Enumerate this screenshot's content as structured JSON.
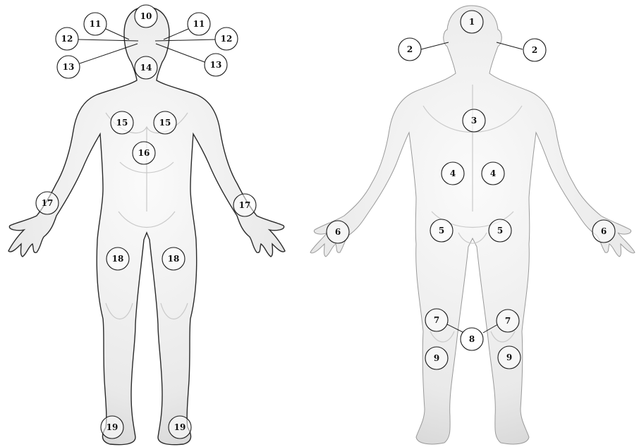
{
  "front": {
    "points": [
      {
        "label": "10"
      },
      {
        "label": "11"
      },
      {
        "label": "11"
      },
      {
        "label": "12"
      },
      {
        "label": "12"
      },
      {
        "label": "13"
      },
      {
        "label": "13"
      },
      {
        "label": "14"
      },
      {
        "label": "15"
      },
      {
        "label": "15"
      },
      {
        "label": "16"
      },
      {
        "label": "17"
      },
      {
        "label": "17"
      },
      {
        "label": "18"
      },
      {
        "label": "18"
      },
      {
        "label": "19"
      },
      {
        "label": "19"
      }
    ]
  },
  "back": {
    "points": [
      {
        "label": "1"
      },
      {
        "label": "2"
      },
      {
        "label": "2"
      },
      {
        "label": "3"
      },
      {
        "label": "4"
      },
      {
        "label": "4"
      },
      {
        "label": "5"
      },
      {
        "label": "5"
      },
      {
        "label": "6"
      },
      {
        "label": "6"
      },
      {
        "label": "7"
      },
      {
        "label": "7"
      },
      {
        "label": "8"
      },
      {
        "label": "9"
      },
      {
        "label": "9"
      }
    ]
  },
  "colors": {
    "outline": "#1a1a1a",
    "skin_light": "#f7f7f7",
    "skin_dark": "#d4d4d4"
  }
}
